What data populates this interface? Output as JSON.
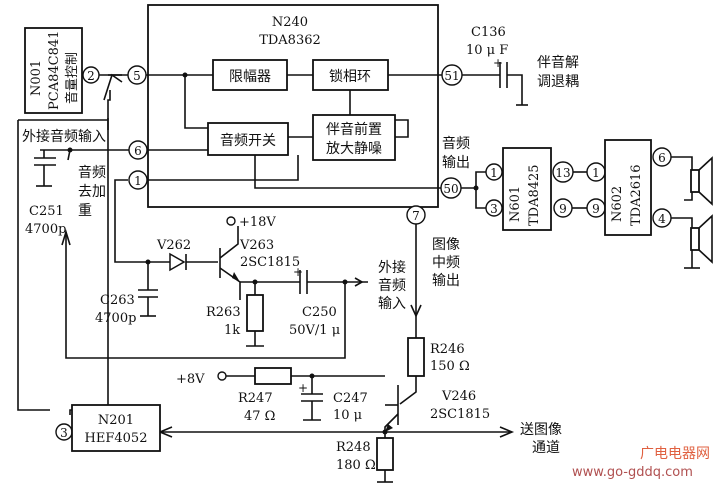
{
  "chips": {
    "n240": {
      "ref": "N240",
      "part": "TDA8362"
    },
    "n001": {
      "ref": "N001",
      "part": "PCA84C841",
      "func": "音量控制"
    },
    "n601": {
      "ref": "N601",
      "part": "TDA8425"
    },
    "n602": {
      "ref": "N602",
      "part": "TDA2616"
    },
    "n201": {
      "ref": "N201",
      "part": "HEF4052"
    }
  },
  "blocks": {
    "limiter": "限幅器",
    "pll": "锁相环",
    "audio_switch": "音频开关",
    "preamp_line1": "伴音前置",
    "preamp_line2": "放大静噪"
  },
  "pins": {
    "n001_2": "2",
    "n240_5": "5",
    "n240_6": "6",
    "n240_1": "1",
    "n240_51": "51",
    "n240_50": "50",
    "n240_7": "7",
    "n601_1": "1",
    "n601_3": "3",
    "n601_13": "13",
    "n601_9": "9",
    "n602_1": "1",
    "n602_9": "9",
    "n602_6": "6",
    "n602_4": "4",
    "n201_3": "3"
  },
  "components": {
    "c136": {
      "ref": "C136",
      "value": "10 μ F"
    },
    "c251": {
      "ref": "C251",
      "value": "4700p"
    },
    "c263": {
      "ref": "C263",
      "value": "4700p"
    },
    "v262": {
      "ref": "V262"
    },
    "v263": {
      "ref": "V263",
      "part": "2SC1815"
    },
    "r263": {
      "ref": "R263",
      "value": "1k"
    },
    "c250": {
      "ref": "C250",
      "value": "50V/1 μ"
    },
    "r246": {
      "ref": "R246",
      "value": "150 Ω"
    },
    "r247": {
      "ref": "R247",
      "value": "47 Ω"
    },
    "c247": {
      "ref": "C247",
      "value": "10 μ"
    },
    "v246": {
      "ref": "V246",
      "part": "2SC1815"
    },
    "r248": {
      "ref": "R248",
      "value": "180 Ω"
    }
  },
  "rails": {
    "plus18": "+18V",
    "plus8": "+8V"
  },
  "labels": {
    "decouple_1": "伴音解",
    "decouple_2": "调退耦",
    "ext_audio_in": "外接音频输入",
    "audio_out_1": "音频",
    "audio_out_2": "输出",
    "deemph_1": "音频",
    "deemph_2": "去加",
    "deemph_3": "重",
    "if_out_1": "图像",
    "if_out_2": "中频",
    "if_out_3": "输出",
    "ext_in2_1": "外接",
    "ext_in2_2": "音频",
    "ext_in2_3": "输入",
    "to_video_1": "送图像",
    "to_video_2": "通道"
  },
  "watermark": {
    "line1": "广电电器网",
    "line2": "www.go-gddq.com"
  }
}
